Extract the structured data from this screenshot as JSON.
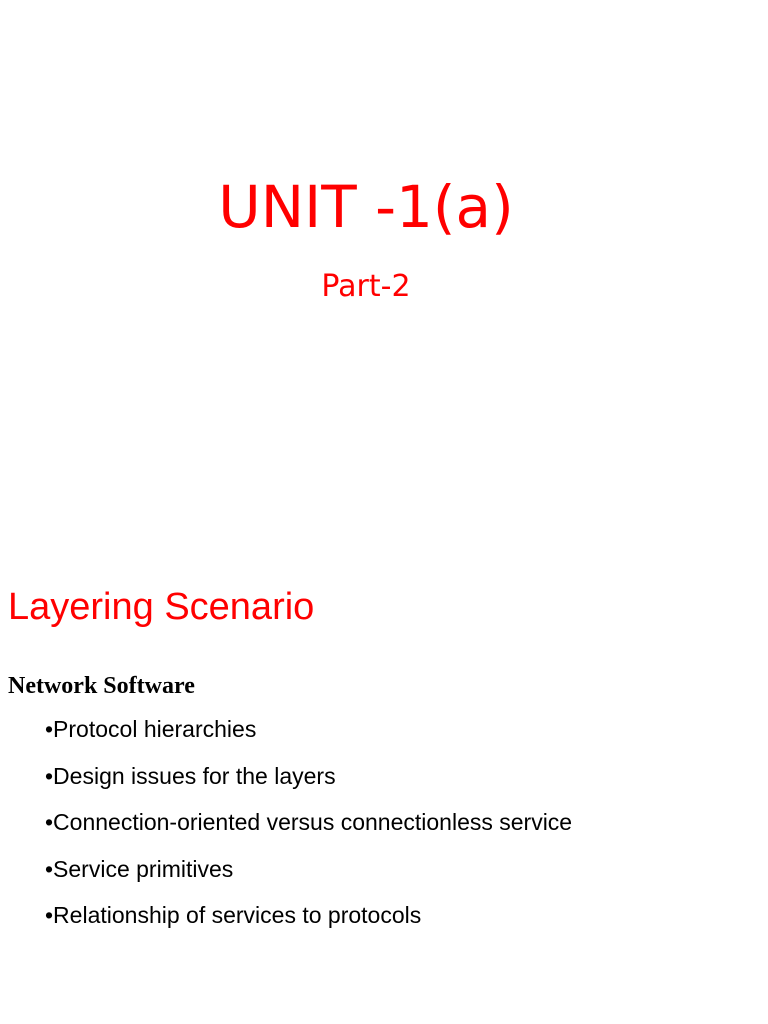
{
  "colors": {
    "accent": "#ff0000",
    "text": "#000000",
    "background": "#ffffff"
  },
  "title_slide": {
    "title": "UNIT -1(a)",
    "subtitle": "Part-2"
  },
  "content_slide": {
    "title": "Layering Scenario",
    "heading": "Network Software",
    "bullets": [
      "•Protocol hierarchies",
      "•Design issues for the layers",
      "•Connection-oriented versus connectionless service",
      "•Service primitives",
      "•Relationship of services to protocols"
    ]
  }
}
